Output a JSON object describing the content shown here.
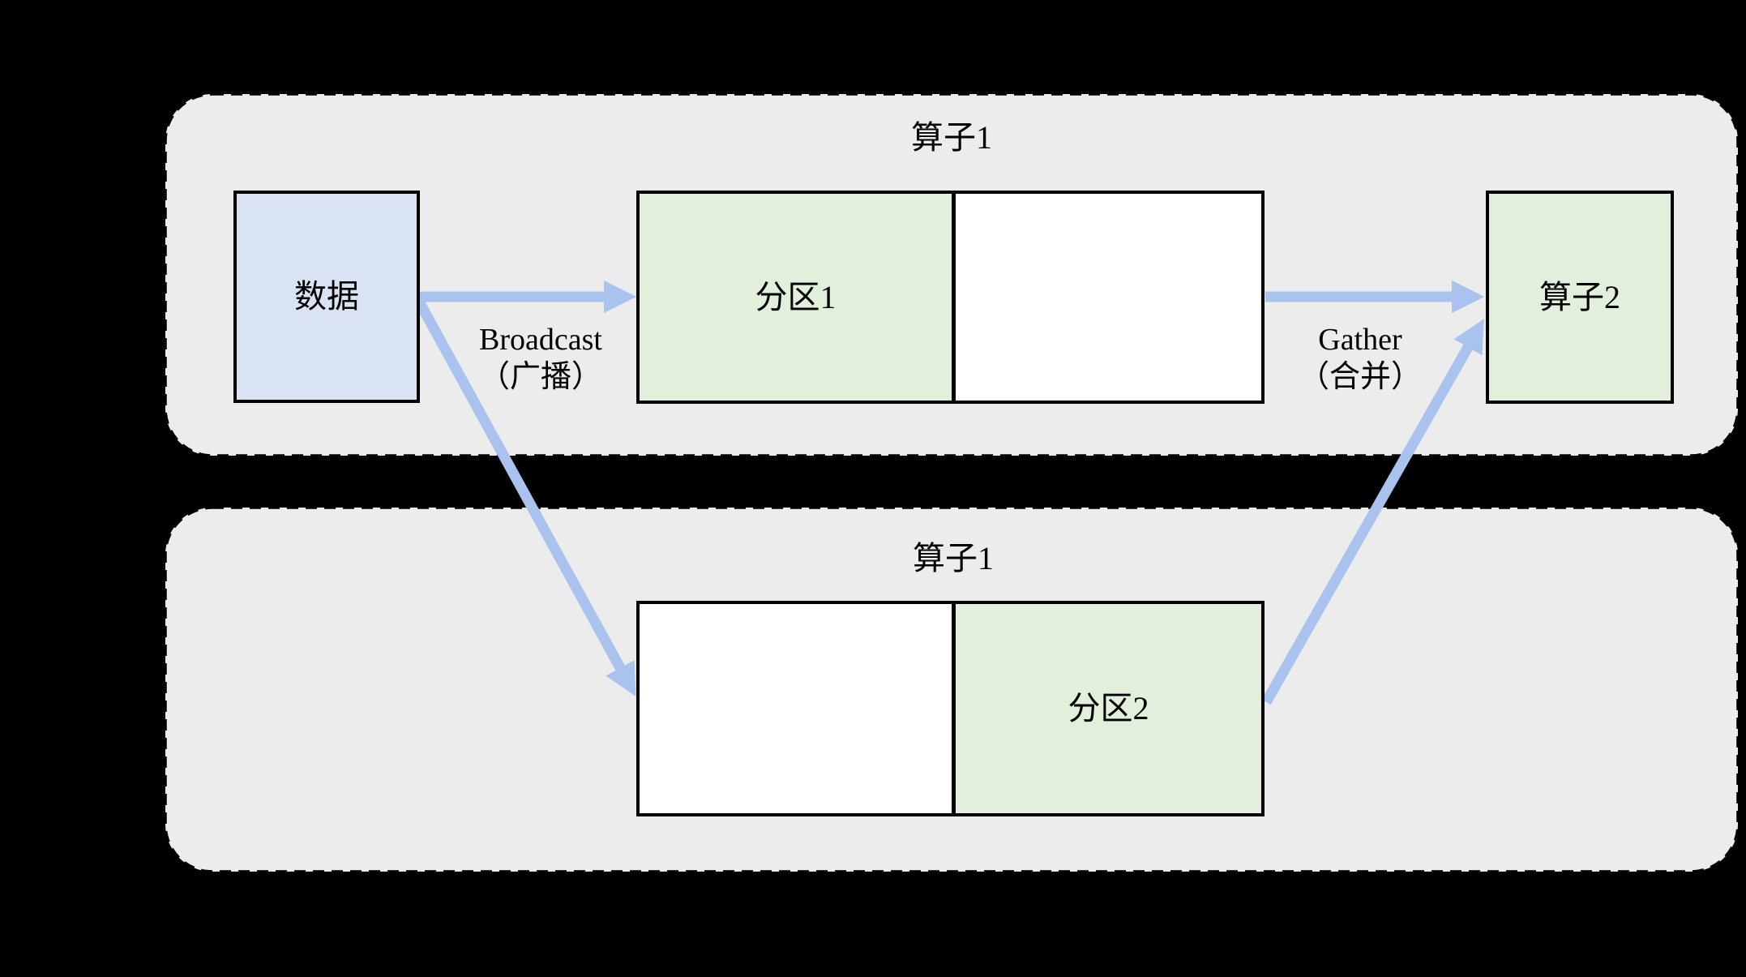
{
  "diagram": {
    "containers": [
      {
        "id": "host1",
        "title": "算子1"
      },
      {
        "id": "host2",
        "title": "算子1"
      }
    ],
    "nodes": {
      "data_box": {
        "label": "数据"
      },
      "partition1": {
        "label": "分区1"
      },
      "partition2": {
        "label": "分区2"
      },
      "operator2": {
        "label": "算子2"
      }
    },
    "edges": {
      "broadcast": {
        "label": "Broadcast",
        "sublabel": "（广播）"
      },
      "gather": {
        "label": "Gather",
        "sublabel": "（合并）"
      }
    }
  },
  "colors": {
    "canvas_bg": "#000000",
    "container_fill": "#ececec",
    "container_border": "#000000",
    "data_fill": "#dae3f3",
    "partition_fill": "#e2efda",
    "plain_fill": "#ffffff",
    "box_border": "#000000",
    "arrow": "#a9c3ee",
    "text": "#000000"
  }
}
